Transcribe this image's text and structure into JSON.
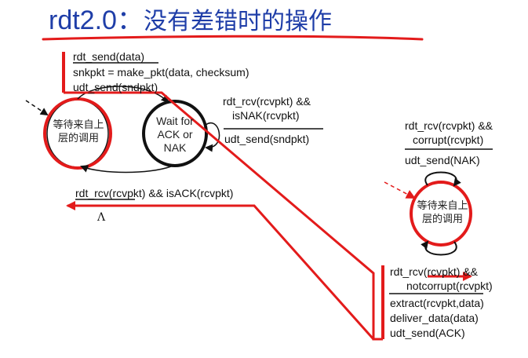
{
  "title": {
    "prefix": "rdt2.0：",
    "main": "没有差错时的操作",
    "color": "#1f3ea8"
  },
  "colors": {
    "highlight": "#e31b1b",
    "ink": "#111111",
    "dashed_arrow_black": "#111111",
    "dashed_arrow_red": "#e31b1b"
  },
  "sender": {
    "state_wait_call": {
      "line1": "等待来自上",
      "line2": "层的调用"
    },
    "state_wait_ack": {
      "line1": "Wait for",
      "line2": "ACK or",
      "line3": "NAK"
    },
    "transition_send": {
      "event": "rdt_send(data)",
      "action1": "snkpkt = make_pkt(data, checksum)",
      "action2": "udt_send(sndpkt)"
    },
    "transition_nak": {
      "event1": "rdt_rcv(rcvpkt) &&",
      "event2": "isNAK(rcvpkt)",
      "action": "udt_send(sndpkt)"
    },
    "transition_ack": {
      "event": "rdt_rcv(rcvpkt) && isACK(rcvpkt)",
      "action": "Λ"
    }
  },
  "receiver": {
    "state_wait_call": {
      "line1": "等待来自上",
      "line2": "层的调用"
    },
    "transition_corrupt": {
      "event1": "rdt_rcv(rcvpkt) &&",
      "event2": "corrupt(rcvpkt)",
      "action": "udt_send(NAK)"
    },
    "transition_ok": {
      "event1": "rdt_rcv(rcvpkt) &&",
      "event2": "notcorrupt(rcvpkt)",
      "action1": "extract(rcvpkt,data)",
      "action2": "deliver_data(data)",
      "action3": "udt_send(ACK)"
    }
  }
}
